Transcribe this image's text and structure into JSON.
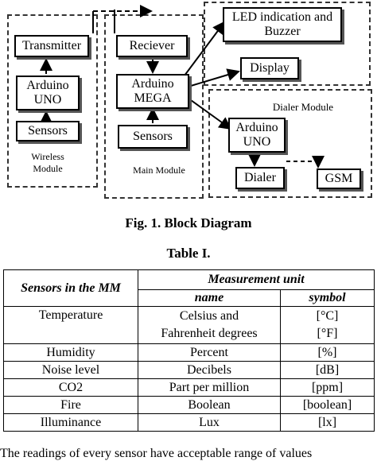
{
  "diagram": {
    "modules": {
      "wireless": "Wireless Module",
      "main": "Main Module",
      "dialer": "Dialer Module"
    },
    "blocks": {
      "transmitter": "Transmitter",
      "arduino_uno_1": "Arduino UNO",
      "sensors_1": "Sensors",
      "receiver": "Reciever",
      "arduino_mega": "Arduino MEGA",
      "sensors_2": "Sensors",
      "led": "LED indication and Buzzer",
      "display": "Display",
      "arduino_uno_2": "Arduino UNO",
      "dialer": "Dialer",
      "gsm": "GSM"
    }
  },
  "figure_caption": "Fig. 1. Block Diagram",
  "table_caption": "Table I.",
  "table": {
    "header_sensors": "Sensors in the MM",
    "header_unit": "Measurement unit",
    "sub_name": "name",
    "sub_symbol": "symbol",
    "rows": [
      {
        "sensor": "Temperature",
        "name1": "Celsius and",
        "name2": "Fahrenheit degrees",
        "sym1": "[°C]",
        "sym2": "[°F]"
      },
      {
        "sensor": "Humidity",
        "name": "Percent",
        "sym": "[%]"
      },
      {
        "sensor": "Noise level",
        "name": "Decibels",
        "sym": "[dB]"
      },
      {
        "sensor": "CO2",
        "name": "Part per million",
        "sym": "[ppm]"
      },
      {
        "sensor": "Fire",
        "name": "Boolean",
        "sym": "[boolean]"
      },
      {
        "sensor": "Illuminance",
        "name": "Lux",
        "sym": "[lx]"
      }
    ]
  },
  "trailing_text": "The readings of every sensor have acceptable range of values"
}
